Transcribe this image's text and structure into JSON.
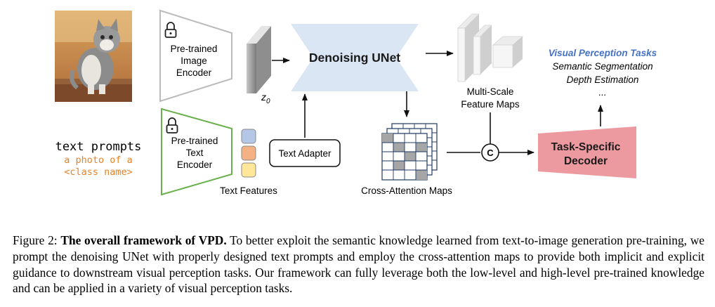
{
  "image_encoder": {
    "lines": [
      "Pre-trained",
      "Image",
      "Encoder"
    ]
  },
  "text_encoder": {
    "lines": [
      "Pre-trained",
      "Text",
      "Encoder"
    ]
  },
  "latent_label": "z",
  "latent_subscript": "0",
  "unet_label": "Denoising UNet",
  "multiscale_label": [
    "Multi-Scale",
    "Feature Maps"
  ],
  "text_adapter_label": "Text Adapter",
  "text_features_label": "Text Features",
  "cross_attention_label": "Cross-Attention Maps",
  "concat_symbol": "C",
  "decoder_label": [
    "Task-Specific",
    "Decoder"
  ],
  "tasks": {
    "title": "Visual Perception Tasks",
    "items": [
      "Semantic Segmentation",
      "Depth Estimation",
      "..."
    ]
  },
  "prompts": {
    "title": "text prompts",
    "template": [
      "a photo of a",
      "<class name>"
    ]
  },
  "colors": {
    "unet_fill": "#dbe6f5",
    "decoder_fill": "#ec9a9f",
    "text_encoder_border": "#6ab04c",
    "image_encoder_border": "#bbbbbb",
    "prompt_template": "#e6842a",
    "tasks_title": "#4472c4",
    "feature_blue": "#b4c7e7",
    "feature_orange": "#f4b183",
    "feature_yellow": "#ffe699"
  },
  "caption": {
    "prefix": "Figure 2: ",
    "title": "The overall framework of VPD.",
    "body": " To better exploit the semantic knowledge learned from text-to-image generation pre-training, we prompt the denoising UNet with properly designed text prompts and employ the cross-attention maps to provide both implicit and explicit guidance to downstream visual perception tasks. Our framework can fully leverage both the low-level and high-level pre-trained knowledge and can be applied in a variety of visual perception tasks."
  }
}
